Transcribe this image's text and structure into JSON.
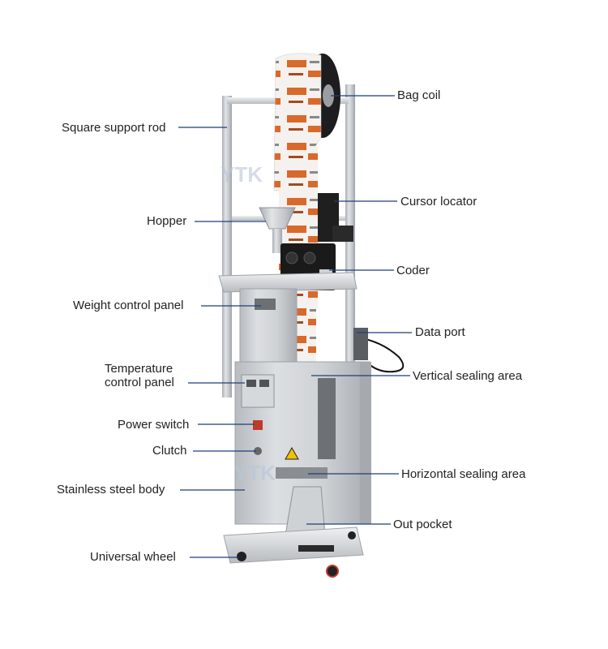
{
  "labels": {
    "bag_coil": "Bag coil",
    "square_support_rod": "Square support rod",
    "cursor_locator": "Cursor locator",
    "hopper": "Hopper",
    "coder": "Coder",
    "weight_control_panel": "Weight control panel",
    "data_port": "Data port",
    "temperature_control_panel_line1": "Temperature",
    "temperature_control_panel_line2": "control panel",
    "vertical_sealing_area": "Vertical sealing area",
    "power_switch": "Power switch",
    "clutch": "Clutch",
    "horizontal_sealing_area": "Horizontal sealing area",
    "stainless_steel_body": "Stainless steel body",
    "out_pocket": "Out pocket",
    "universal_wheel": "Universal wheel"
  },
  "watermark": "YTK",
  "colors": {
    "leader_line": "#1f3f7a",
    "label_text": "#222222",
    "steel": "#c9ccd0",
    "steel_dark": "#8e9297",
    "film_orange": "#d9692b",
    "film_white": "#f4f1ee",
    "coder_black": "#1a1a1a"
  }
}
